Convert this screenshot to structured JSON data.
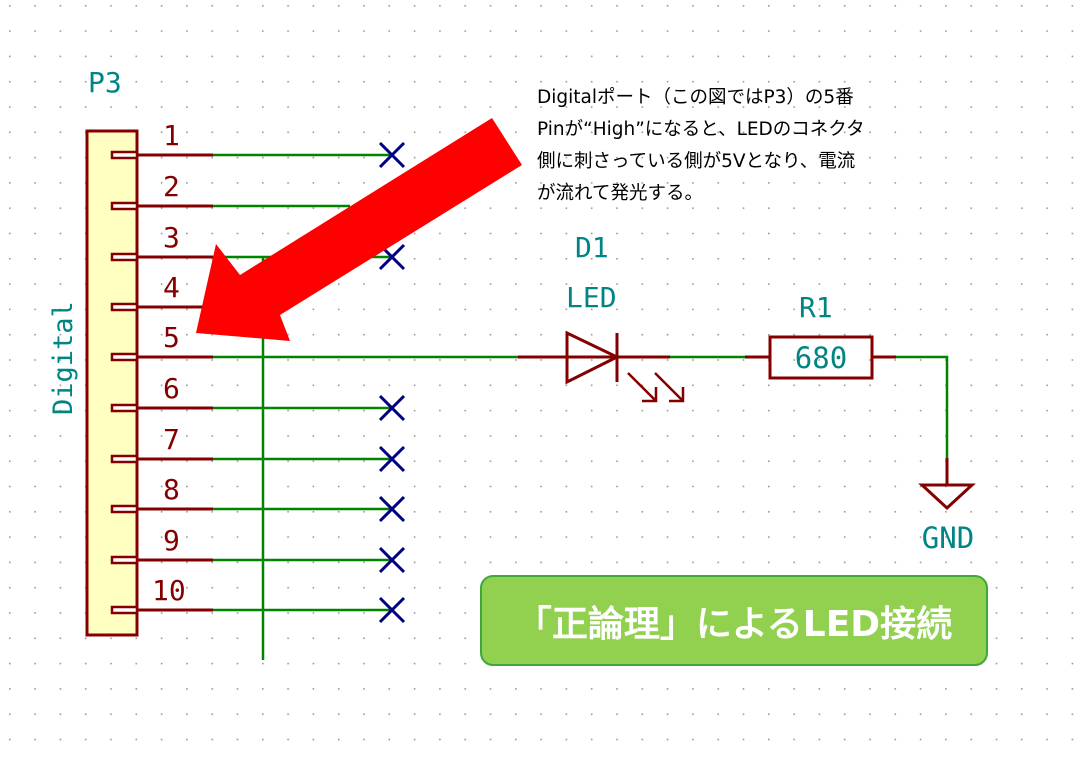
{
  "connector": {
    "ref": "P3",
    "value": "Digital",
    "pins": [
      "1",
      "2",
      "3",
      "4",
      "5",
      "6",
      "7",
      "8",
      "9",
      "10"
    ]
  },
  "led": {
    "ref": "D1",
    "value": "LED"
  },
  "resistor": {
    "ref": "R1",
    "value": "680"
  },
  "ground": {
    "label": "GND"
  },
  "annotation": {
    "lines": [
      "Digitalポート（この図ではP3）の5番",
      "Pinが“High”になると、LEDのコネクタ",
      "側に刺さっている側が5Vとなり、電流",
      "が流れて発光する。"
    ]
  },
  "banner": {
    "text": "「正論理」によるLED接続"
  },
  "colors": {
    "wire": "#008400",
    "component": "#840000",
    "label": "#008484",
    "noconnect": "#000084",
    "arrow": "#ff0000",
    "banner": "#92d050"
  }
}
